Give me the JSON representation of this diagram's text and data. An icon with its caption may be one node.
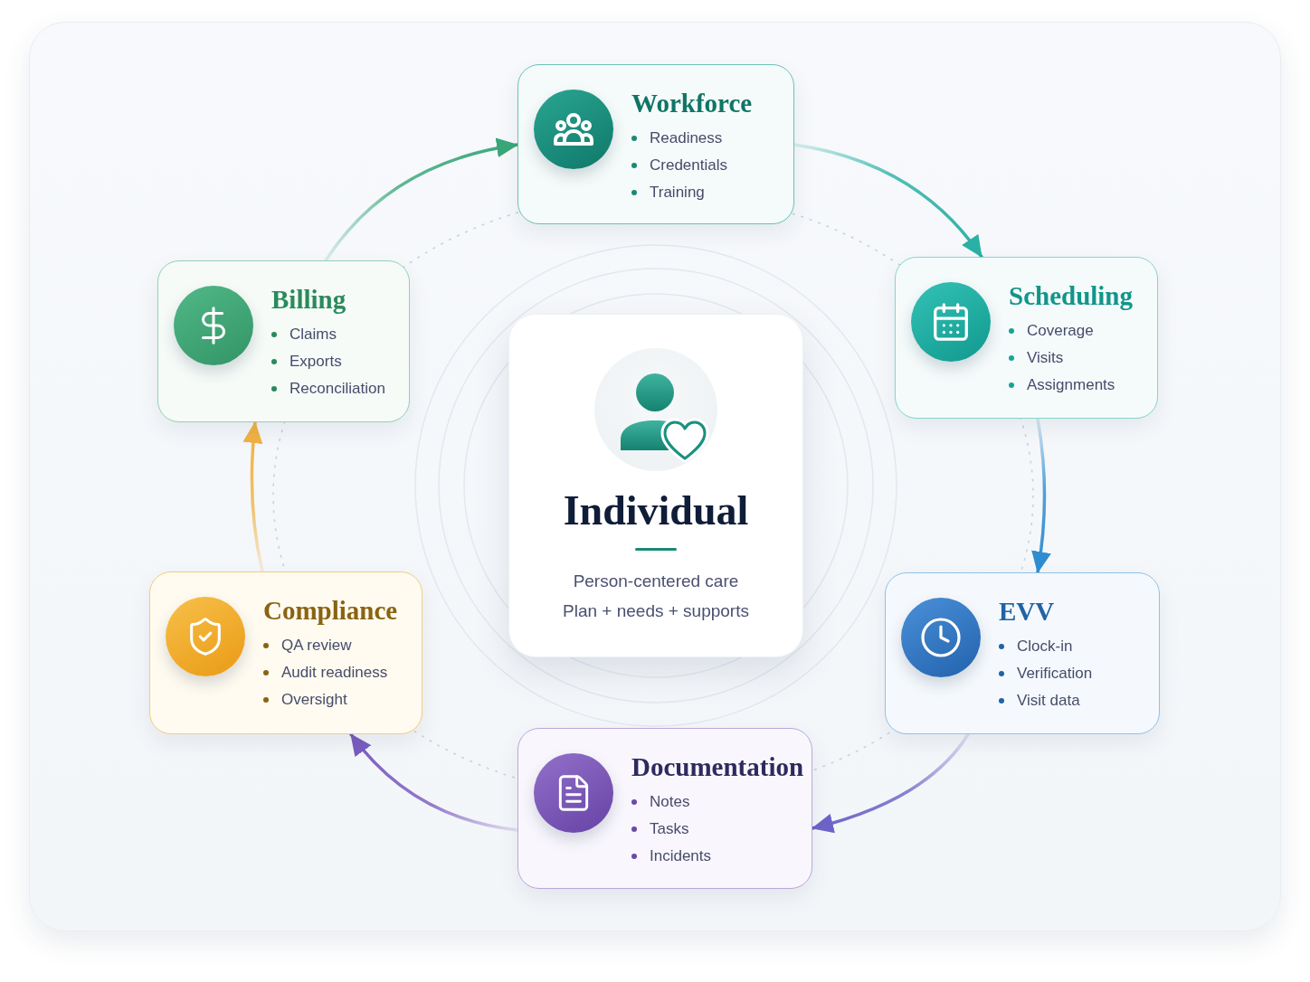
{
  "diagram": {
    "nodes": [
      {
        "text": [
          "Workforce",
          "Readiness",
          "Credentials",
          "Training"
        ]
      },
      {
        "text": [
          "Scheduling",
          "Coverage",
          "Visits",
          "Assignments"
        ]
      },
      {
        "text": [
          "EVV",
          "Clock-in",
          "Verification",
          "Visit data"
        ]
      },
      {
        "text": [
          "Documentation",
          "Notes",
          "Tasks",
          "Incidents"
        ]
      },
      {
        "text": [
          "Compliance",
          "QA review",
          "Audit readiness",
          "Oversight"
        ]
      },
      {
        "text": [
          "Billing",
          "Claims",
          "Exports",
          "Reconciliation"
        ]
      },
      {
        "text": [
          "Individual",
          "Person-centered care",
          "Plan + needs + supports"
        ]
      }
    ],
    "edges": [
      {
        "from": 0,
        "to": 1,
        "arrow": "to",
        "color": "#2bb0a6"
      },
      {
        "from": 1,
        "to": 2,
        "arrow": "to",
        "color": "#2f8cd0"
      },
      {
        "from": 2,
        "to": 3,
        "arrow": "to",
        "color": "#6c64c8"
      },
      {
        "from": 3,
        "to": 4,
        "arrow": "to",
        "color": "#7a5cc0"
      },
      {
        "from": 4,
        "to": 5,
        "arrow": "to",
        "color": "#f0b244"
      },
      {
        "from": 5,
        "to": 0,
        "arrow": "to",
        "color": "#3aa77a"
      }
    ]
  }
}
